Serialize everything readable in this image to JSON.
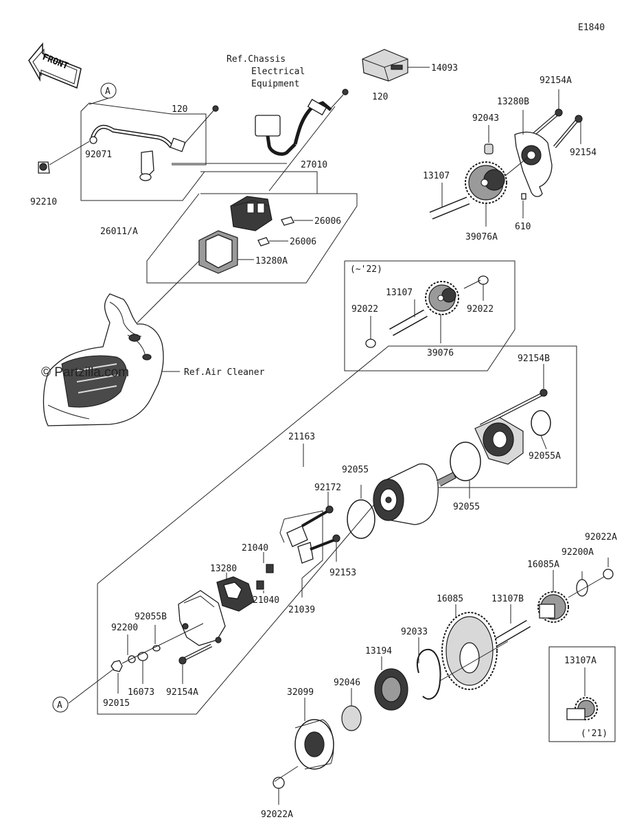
{
  "diagram_code": "E1840",
  "front_label": "FRONT",
  "watermark": "© Partzilla.com",
  "references": {
    "chassis": [
      "Ref.Chassis",
      "Electrical",
      "Equipment"
    ],
    "air_cleaner": "Ref.Air Cleaner"
  },
  "circle_a": "A",
  "groups": {
    "range_22": "(~'22)",
    "year_21": "('21)"
  },
  "labels": {
    "p14093": "14093",
    "p120_a": "120",
    "p120_b": "120",
    "p92210": "92210",
    "p92071": "92071",
    "p26011": "26011/A",
    "p27010": "27010",
    "p26006_a": "26006",
    "p26006_b": "26006",
    "p13280A": "13280A",
    "p92154A_top": "92154A",
    "p13280B": "13280B",
    "p92043": "92043",
    "p92154": "92154",
    "p13107_top": "13107",
    "p39076A": "39076A",
    "p610": "610",
    "p13107_mid": "13107",
    "p92022_l": "92022",
    "p92022_r": "92022",
    "p39076": "39076",
    "p92154B": "92154B",
    "p21163": "21163",
    "p92055_a": "92055",
    "p92055A": "92055A",
    "p92055_b": "92055",
    "p92172": "92172",
    "p21040_a": "21040",
    "p21040_b": "21040",
    "p13280": "13280",
    "p92153": "92153",
    "p21039": "21039",
    "p92022A_r": "92022A",
    "p92200A": "92200A",
    "p16085A": "16085A",
    "p16085": "16085",
    "p13107B": "13107B",
    "p92033": "92033",
    "p13194": "13194",
    "p92046": "92046",
    "p32099": "32099",
    "p92022A_b": "92022A",
    "p92055B": "92055B",
    "p92200": "92200",
    "p16073": "16073",
    "p92154A_bot": "92154A",
    "p92015": "92015",
    "p13107A": "13107A"
  }
}
